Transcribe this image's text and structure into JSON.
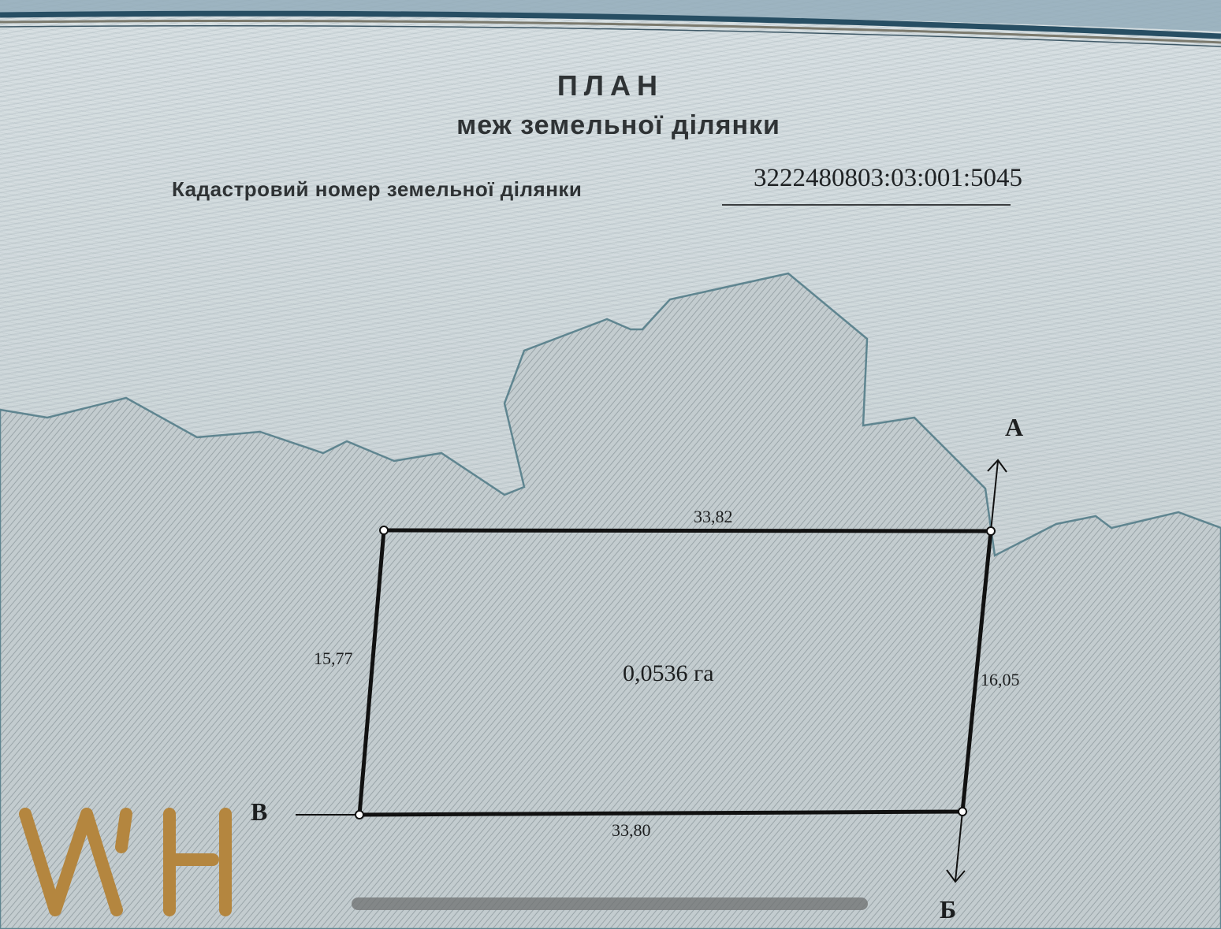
{
  "document": {
    "title": "ПЛАН",
    "subtitle": "меж земельної ділянки",
    "cadastral_label": "Кадастровий номер земельної ділянки",
    "cadastral_number": "3222480803:03:001:5045"
  },
  "plot": {
    "area": "0,0536 га",
    "sides": {
      "top": "33,82",
      "bottom": "33,80",
      "left": "15,77",
      "right": "16,05"
    },
    "markers": {
      "a": "А",
      "b": "Б",
      "v": "В"
    }
  },
  "watermark": {
    "text": "WH",
    "color": "#b4863f"
  },
  "colors": {
    "line": "#111111",
    "contour": "#5f8590",
    "paper": "#cfd8db",
    "border_band": "#274e63"
  }
}
